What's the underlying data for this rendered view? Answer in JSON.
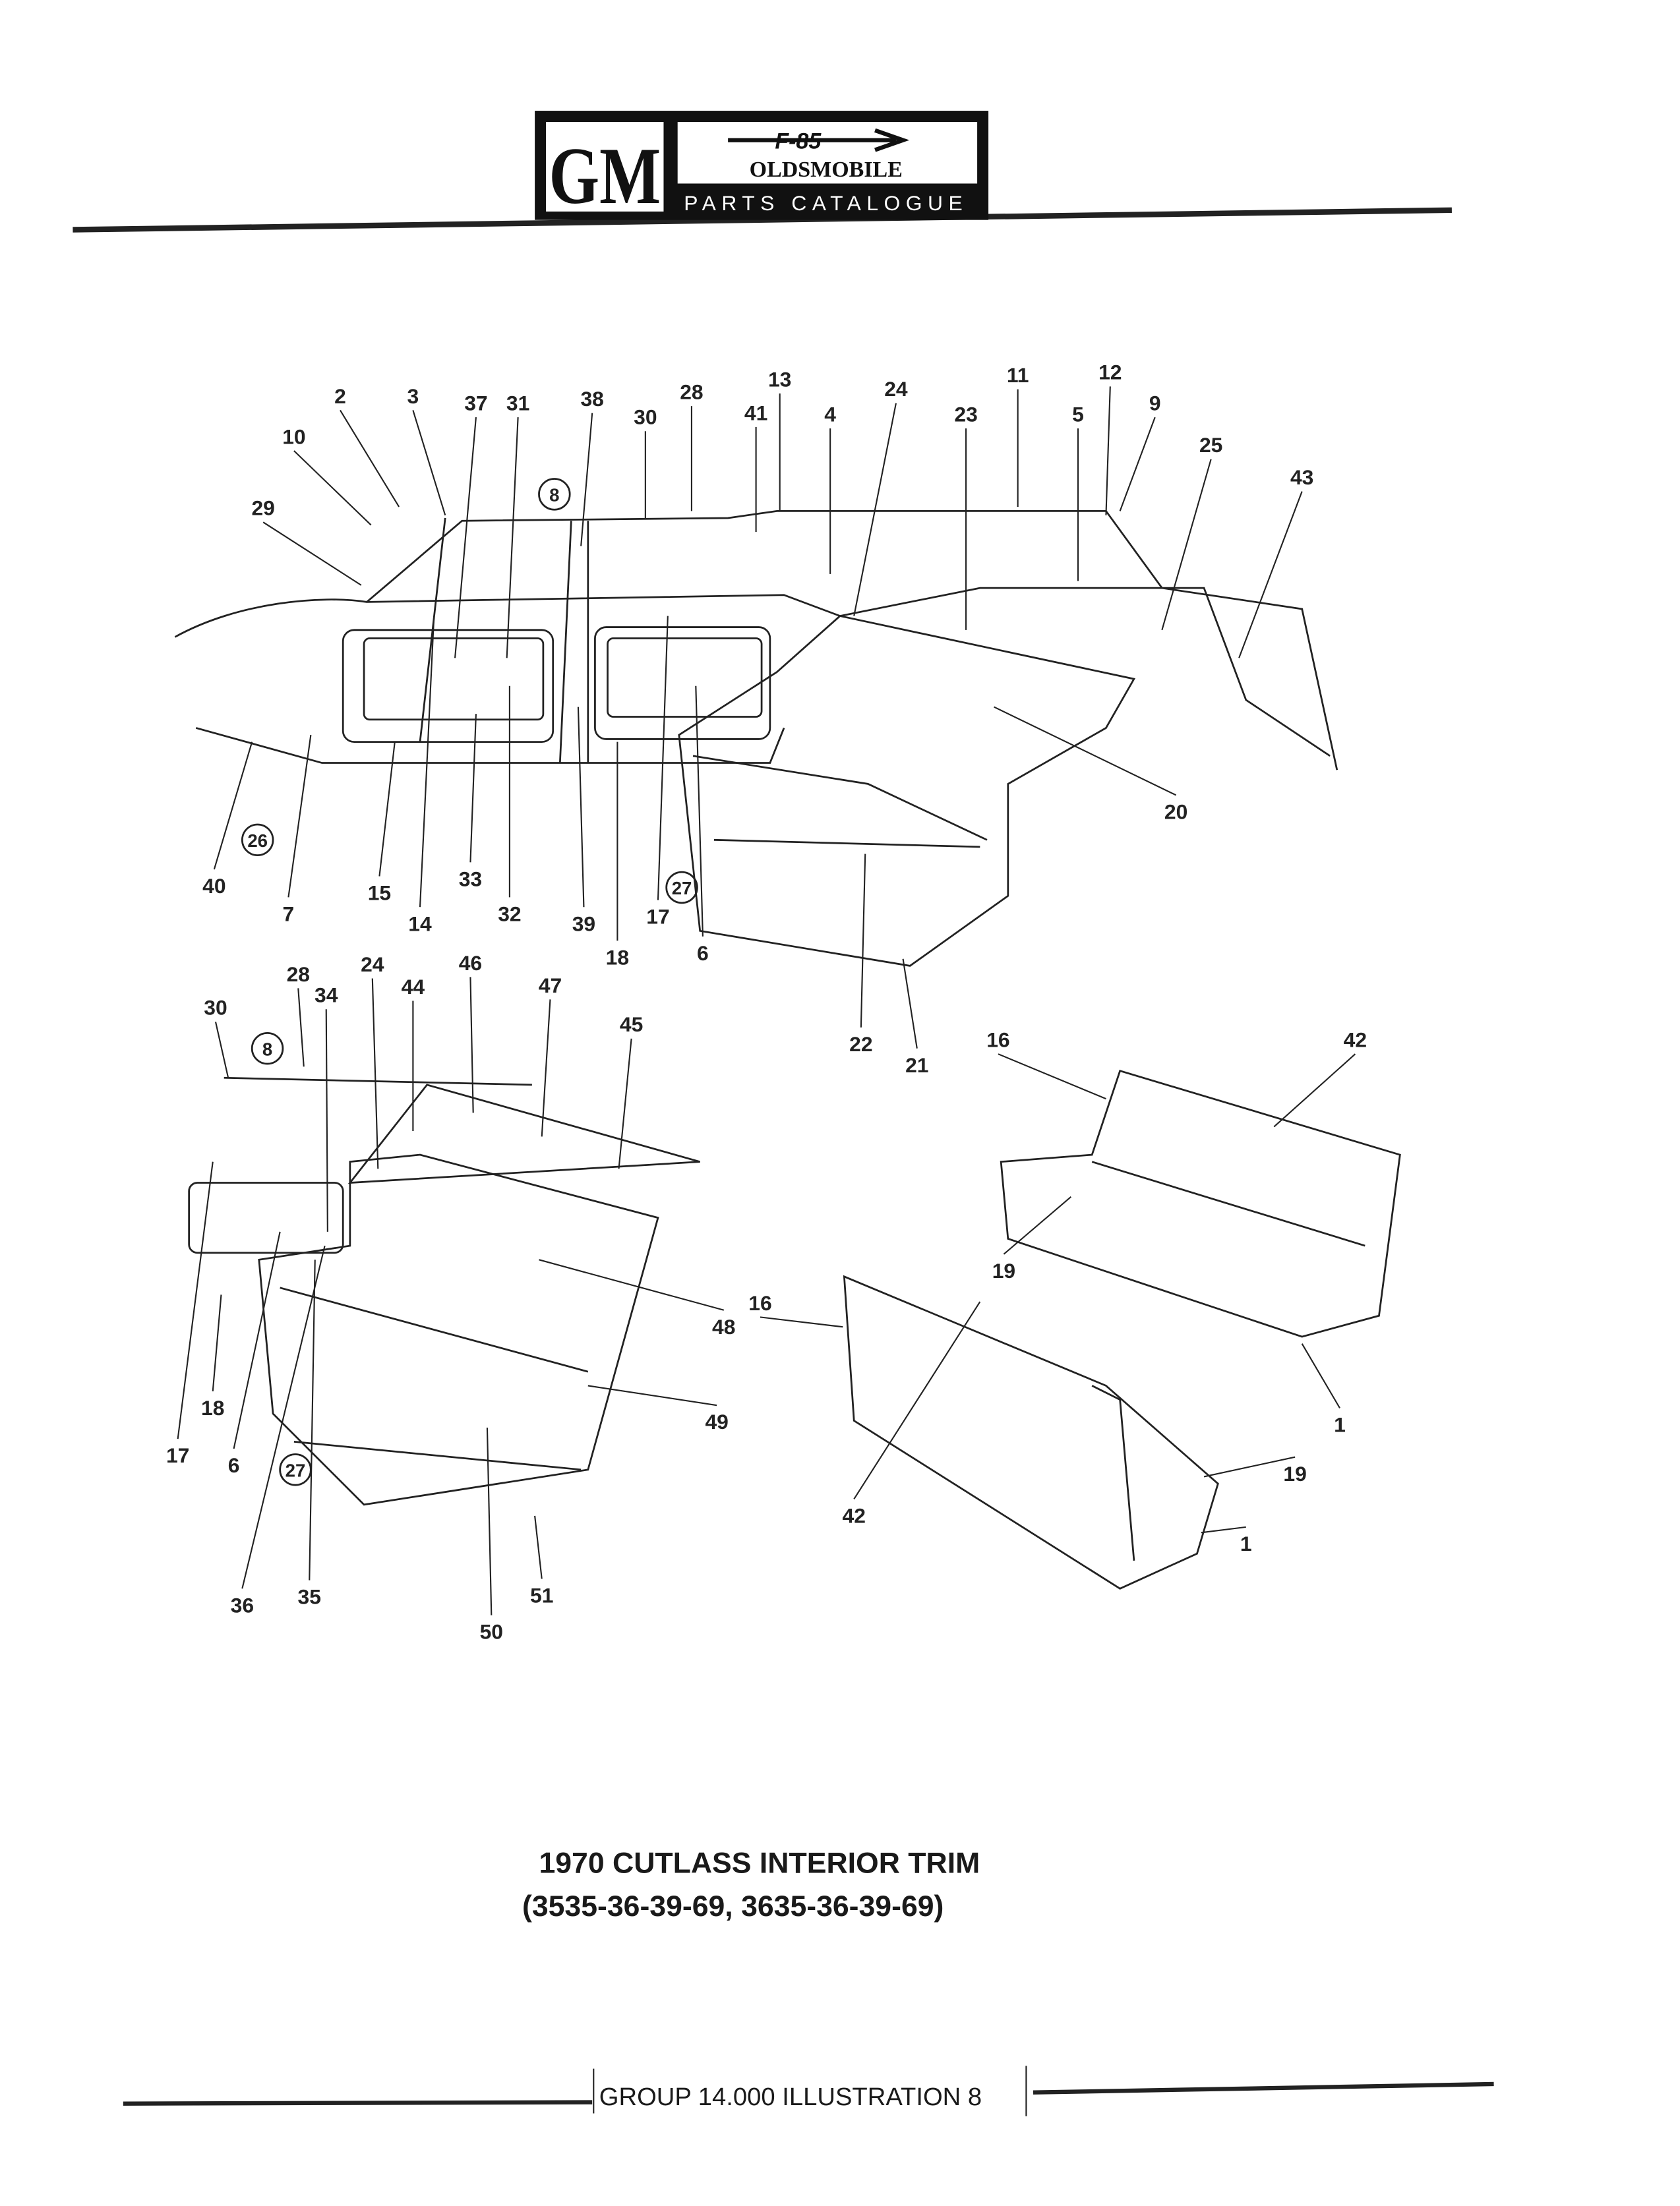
{
  "header": {
    "logo_gm": "GM",
    "logo_model": "F-85",
    "logo_brand": "OLDSMOBILE",
    "logo_subtitle": "PARTS CATALOGUE"
  },
  "callouts_top": [
    "2",
    "3",
    "37",
    "31",
    "38",
    "30",
    "28",
    "13",
    "41",
    "4",
    "24",
    "23",
    "11",
    "12",
    "5",
    "9",
    "25",
    "43",
    "10",
    "29",
    "20",
    "40",
    "7",
    "15",
    "14",
    "33",
    "32",
    "39",
    "17",
    "18",
    "6",
    "22",
    "21"
  ],
  "callouts_bottom_left": [
    "30",
    "28",
    "34",
    "24",
    "44",
    "46",
    "47",
    "45",
    "48",
    "49",
    "17",
    "18",
    "6",
    "36",
    "35",
    "50",
    "51"
  ],
  "callouts_bottom_right": [
    "16",
    "42",
    "19",
    "1",
    "16",
    "42",
    "19",
    "1"
  ],
  "circled_refs": [
    "8",
    "26",
    "27",
    "8",
    "27"
  ],
  "title": {
    "line1": "1970 CUTLASS INTERIOR TRIM",
    "line2": "(3535-36-39-69, 3635-36-39-69)"
  },
  "footer": {
    "text": "GROUP 14.000 ILLUSTRATION 8"
  }
}
